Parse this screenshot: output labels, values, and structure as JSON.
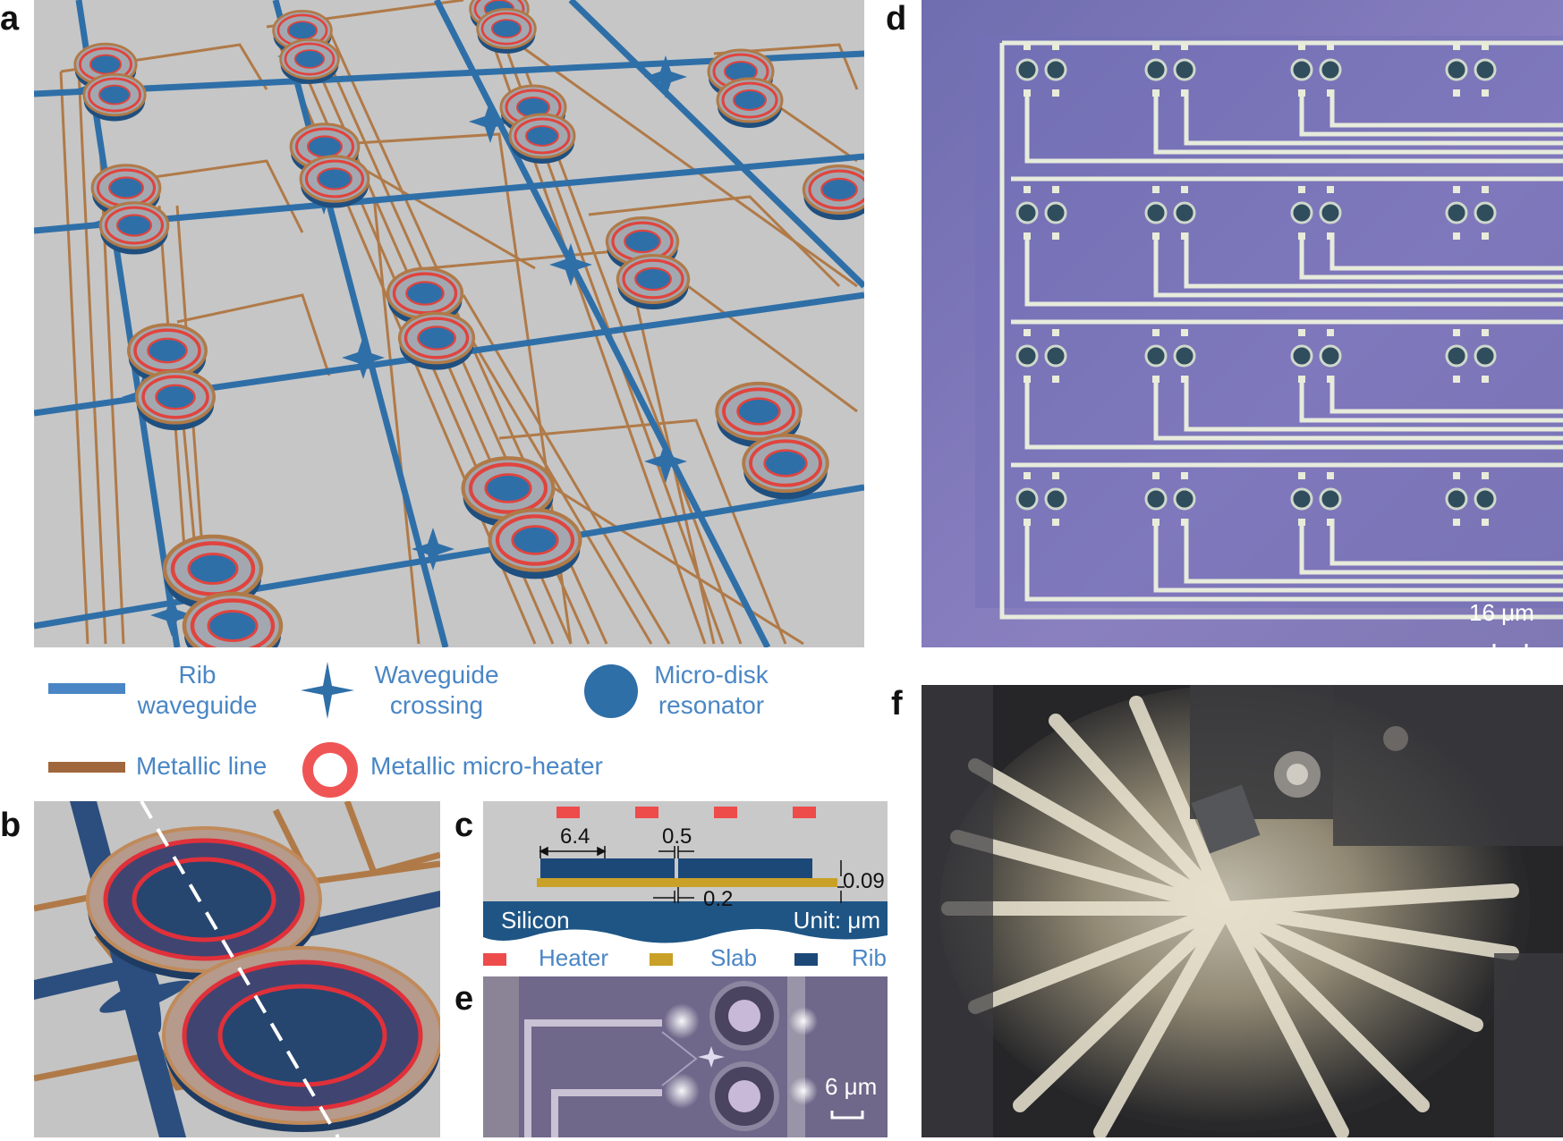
{
  "panel_labels": {
    "a": "a",
    "b": "b",
    "c": "c",
    "d": "d",
    "e": "e",
    "f": "f"
  },
  "legend": {
    "rib_waveguide": [
      "Rib",
      "waveguide"
    ],
    "waveguide_crossing": [
      "Waveguide",
      "crossing"
    ],
    "microdisk_resonator": [
      "Micro-disk",
      "resonator"
    ],
    "metallic_line": "Metallic line",
    "metallic_microheater": "Metallic micro-heater"
  },
  "cross_section": {
    "dim_left": "6.4",
    "dim_gap_top": "0.5",
    "dim_gap_bottom": "0.2",
    "dim_thickness": "0.09",
    "substrate": "Silicon",
    "unit": "Unit: μm",
    "legend_heater": "Heater",
    "legend_slab": "Slab",
    "legend_rib": "Rib"
  },
  "scalebars": {
    "d": "16 μm",
    "e": "6 μm"
  },
  "colors": {
    "rib": "#2f6fa8",
    "crossing": "#2f6fa8",
    "disk": "#2f6fa8",
    "metal": "#b07a48",
    "heater": "#ee4444",
    "slab": "#c9a028",
    "rib_dark": "#1d3c6b",
    "legend_text": "#4a86c5",
    "background_grey": "#c8c8c8",
    "microscope_purple": "#7a74b8"
  }
}
